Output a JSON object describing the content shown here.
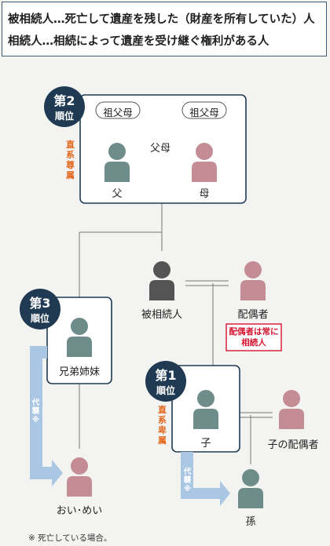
{
  "header": {
    "line1": "被相続人…死亡して遺産を残した（財産を所有していた）人",
    "line2": "相続人…相続によって遺産を受け継ぐ権利がある人"
  },
  "rank2": {
    "badge_rank": "第2",
    "badge_label": "順位",
    "category": "直系尊属",
    "grandparent_left": "祖父母",
    "grandparent_right": "祖父母",
    "parents_label": "父母",
    "father": "父",
    "mother": "母"
  },
  "decedent": "被相続人",
  "spouse": "配偶者",
  "spouse_note": "配偶者は常に相続人",
  "rank3": {
    "badge_rank": "第3",
    "badge_label": "順位",
    "siblings": "兄弟姉妹",
    "substitution": "代襲※",
    "nephew_niece": "おい･めい"
  },
  "rank1": {
    "badge_rank": "第1",
    "badge_label": "順位",
    "category": "直系卑属",
    "child": "子",
    "child_spouse": "子の配偶者",
    "substitution": "代襲※",
    "grandchild": "孫"
  },
  "footnote": "※ 死亡している場合。",
  "colors": {
    "teal": "#6e8d8a",
    "pink": "#c48d95",
    "dark": "#545454",
    "navy": "#1f3a52",
    "orange": "#e5661b",
    "red": "#d6122e",
    "arrow": "#a9c6e3"
  }
}
